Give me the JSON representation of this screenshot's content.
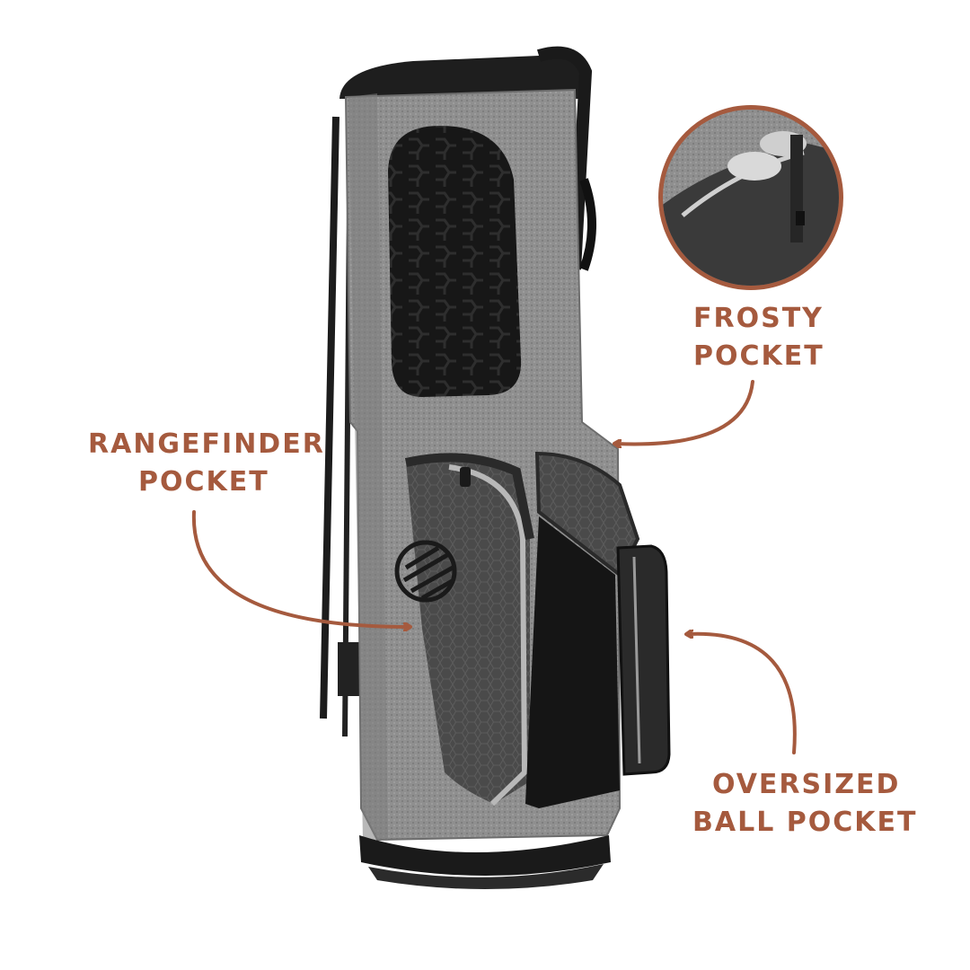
{
  "colors": {
    "accent": "#a55a3e",
    "bag_body": "#8e8e8e",
    "bag_dark": "#1f1f1f",
    "background": "#ffffff"
  },
  "callouts": {
    "frosty": {
      "line1": "FROSTY",
      "line2": "POCKET"
    },
    "rangefinder": {
      "line1": "RANGEFINDER",
      "line2": "POCKET"
    },
    "ball": {
      "line1": "OVERSIZED",
      "line2": "BALL POCKET"
    }
  }
}
